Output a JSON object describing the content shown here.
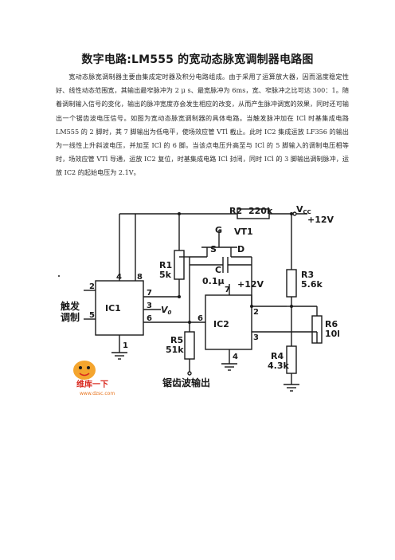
{
  "title": "数字电路:LM555 的宽动态脉宽调制器电路图",
  "paragraph": "宽动态脉宽调制器主要由集成定时器及积分电路组成。由于采用了运算放大器，因而温度稳定性好、线性动态范围宽，其输出最窄脉冲为 2 μ s、最宽脉冲为 6ms，宽、窄脉冲之比可达 300：1。随着调制输入信号的变化，输出的脉冲宽度亦会发生相应的改变，从而产生脉冲调宽的效果，同时还可输出一个锯齿波电压信号。如图为宽动态脉宽调制器的具体电路。当触发脉冲加在 ICl 时基集成电路 LM555 的 2 脚时，其 7 脚输出为低电平，使场效应管 VTl 截止。此时 IC2 集成运放 LF356 的输出为一线性上升斜波电压，并加至 ICl 的 6 脚。当该点电压升高至与 ICl 的 5 脚输入的调制电压相等时，场效应管 VTl 导通，运放 IC2 复位，时基集成电路 ICl 封闭，同时 ICl 的 3 脚输出调制脉冲，运放 IC2 的起始电压为 2.1V。",
  "circuit": {
    "components": {
      "ic1": "IC1",
      "ic2": "IC2",
      "vt1": "VT1",
      "r1": "R1",
      "r1_val": "5k",
      "r2": "R2",
      "r2_val": "220k",
      "r3": "R3",
      "r3_val": "5.6k",
      "r4": "R4",
      "r4_val": "4.3k",
      "r5": "R5",
      "r5_val": "51k",
      "r6": "R6",
      "r6_val": "10k",
      "c": "C",
      "c_val": "0.1μ",
      "vcc_main": "V",
      "vcc_sub": "CC",
      "vcc_val": "+12V",
      "ic2_supply": "+12V",
      "vo_main": "V",
      "vo_sub": "0",
      "gate": "G",
      "source": "S",
      "drain": "D"
    },
    "pins": {
      "ic1_p4": "4",
      "ic1_p8": "8",
      "ic1_p2": "2",
      "ic1_p5": "5",
      "ic1_p1": "1",
      "ic1_p7": "7",
      "ic1_p3": "3",
      "ic1_p6": "6",
      "ic2_p7": "7",
      "ic2_p6": "6",
      "ic2_p2": "2",
      "ic2_p3": "3",
      "ic2_p4": "4"
    },
    "labels": {
      "trigger_line1": "触发",
      "trigger_line2": "调制",
      "sawtooth_out": "锯齿波输出"
    },
    "watermark": {
      "brand": "维库一下",
      "url": "www.dzsc.com"
    },
    "colors": {
      "line": "#1a1a1a",
      "watermark_orange": "#e8731c",
      "watermark_red": "#d9281e"
    }
  }
}
